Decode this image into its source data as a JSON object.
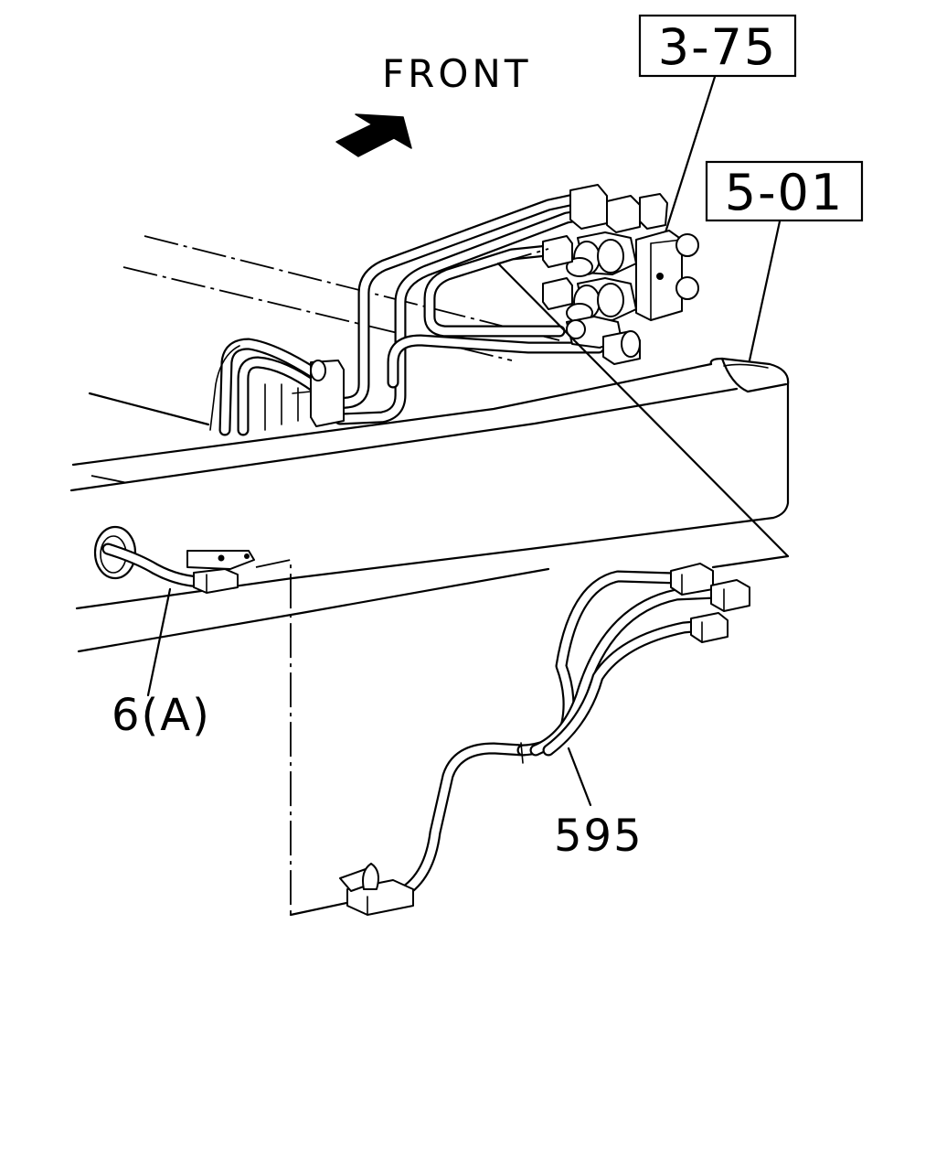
{
  "diagram": {
    "labels": {
      "front": "FRONT",
      "ref_3_75": "3-75",
      "ref_5_01": "5-01",
      "part_6a": "6(A)",
      "part_595": "595"
    },
    "icons": {
      "front_arrow": "front-arrow-icon"
    },
    "colors": {
      "ink": "#000000",
      "paper": "#ffffff"
    }
  }
}
